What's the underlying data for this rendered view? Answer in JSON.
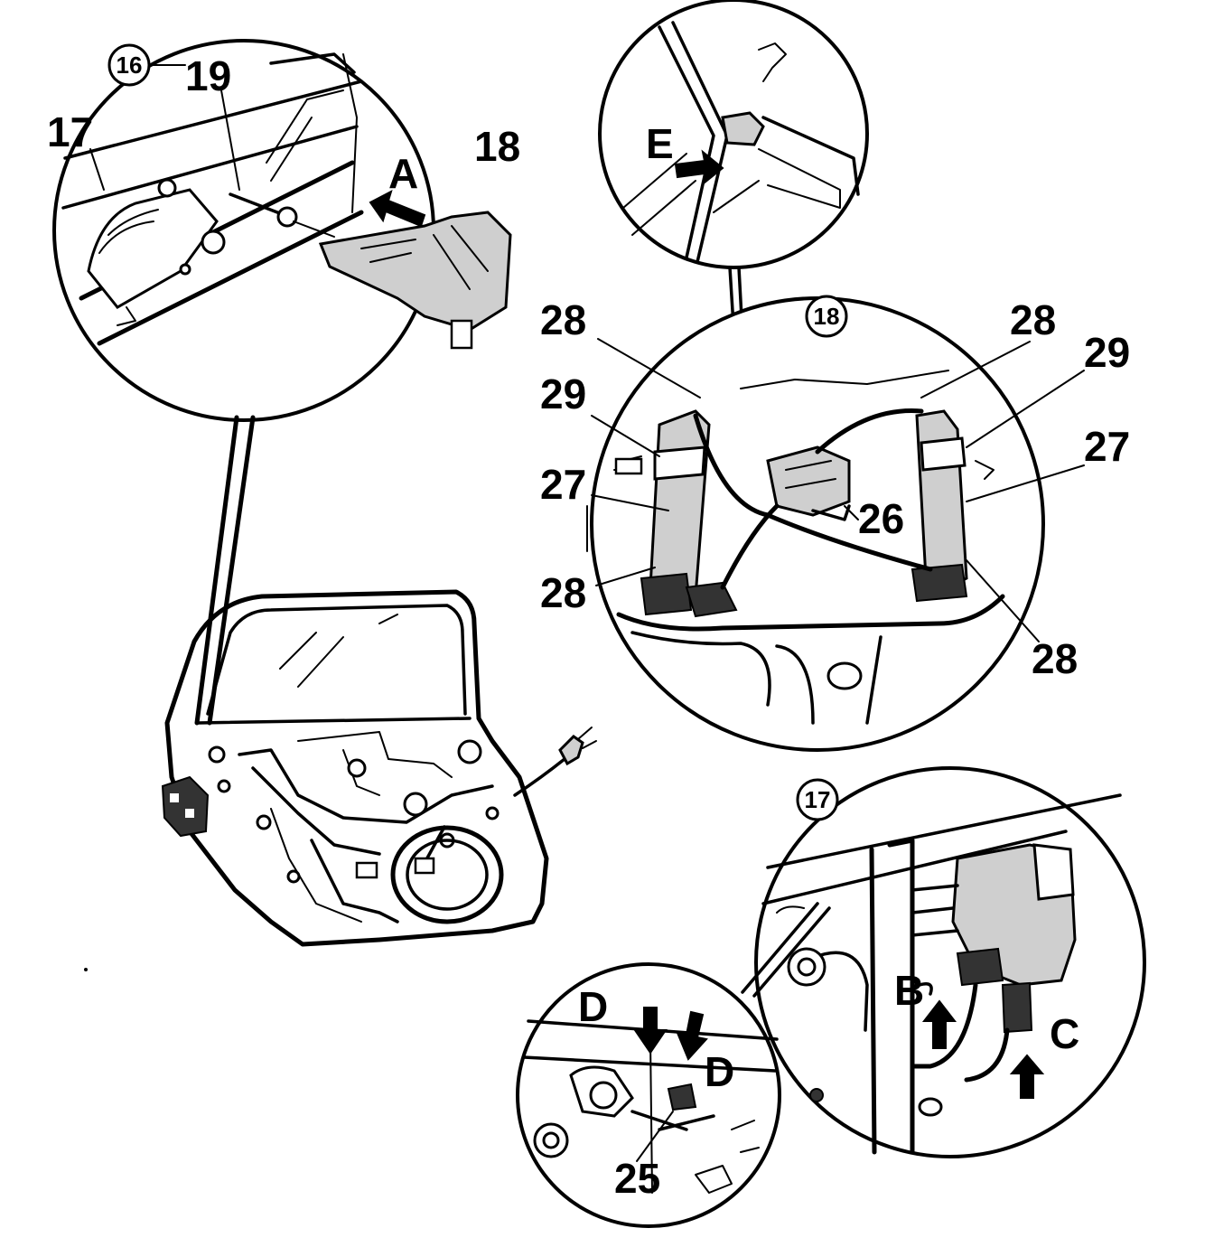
{
  "detail_views": {
    "rear_door_lock": {
      "detail_number": "16",
      "callouts": {
        "lock_unit": "17",
        "link_rod": "19",
        "actuator": "18"
      },
      "direction_arrow": "A"
    },
    "cable_clip": {
      "direction_arrow": "E"
    },
    "window_regulator": {
      "detail_number": "18",
      "callouts": {
        "top_left_guide_end": "28",
        "top_right_guide_end": "28",
        "left_clamp": "29",
        "right_clamp": "29",
        "left_rail": "27",
        "right_rail": "27",
        "motor": "26",
        "bottom_left_guide_end": "28",
        "bottom_right_guide_end": "28"
      }
    },
    "lock_connectors": {
      "detail_number": "17",
      "direction_arrows": {
        "b": "B",
        "c": "C"
      }
    },
    "clip_release": {
      "direction_arrows": {
        "left": "D",
        "right": "D"
      },
      "callouts": {
        "clip": "25"
      }
    }
  },
  "icons": {
    "door_panel": "door-inner-panel-icon",
    "arrow": "push-arrow-icon"
  }
}
